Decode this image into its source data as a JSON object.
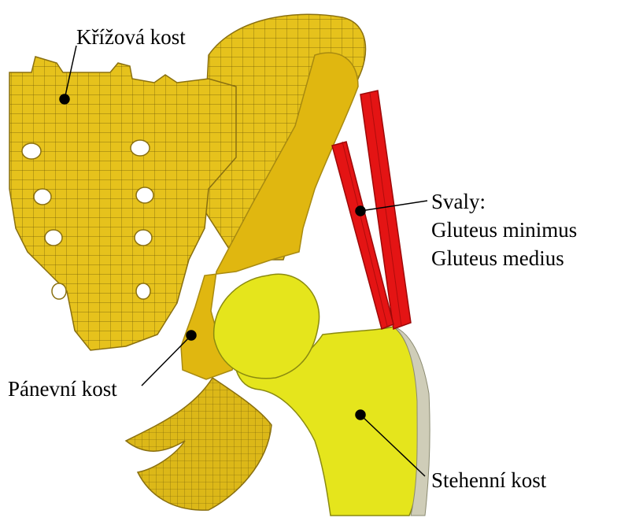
{
  "labels": {
    "sacrum": "Křížová kost",
    "muscles_title": "Svaly:",
    "muscle_1": "Gluteus minimus",
    "muscle_2": "Gluteus medius",
    "pelvis": "Pánevní kost",
    "femur": "Stehenní kost"
  },
  "colors": {
    "bone_mesh": "#e6c21c",
    "bone_dark": "#a88a10",
    "bone_cut": "#e0b710",
    "femur_cut": "#e5e51c",
    "cartilage": "#cfcdb8",
    "muscle": "#e41414",
    "muscle_dark": "#9e0808"
  }
}
